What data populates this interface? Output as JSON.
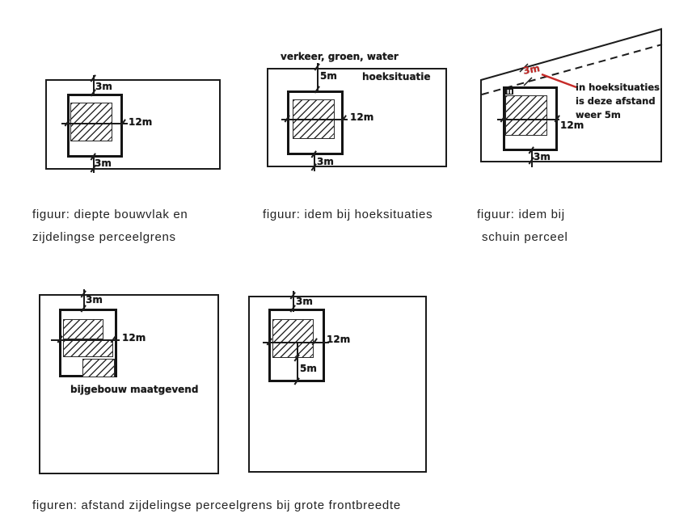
{
  "colors": {
    "ink": "#1c1c1c",
    "accent_red": "#c62a28",
    "background": "#ffffff"
  },
  "fig1": {
    "dim_top": "3m",
    "dim_depth": "12m",
    "dim_bottom": "3m",
    "caption_line1": "figuur: diepte bouwvlak en",
    "caption_line2": "zijdelingse perceelgrens"
  },
  "fig2": {
    "header": "verkeer, groen, water",
    "corner_label": "hoeksituatie",
    "dim_top": "5m",
    "dim_depth": "12m",
    "dim_bottom": "3m",
    "caption": "figuur: idem bij hoeksituaties"
  },
  "fig3": {
    "dim_red": "3m",
    "note_line1": "in hoeksituaties",
    "note_line2": "is deze afstand",
    "note_line3": "weer 5m",
    "dim_depth": "12m",
    "dim_bottom": "3m",
    "caption_line1": "figuur: idem bij",
    "caption_line2": "schuin perceel"
  },
  "fig4": {
    "dim_top": "3m",
    "dim_depth": "12m",
    "label": "bijgebouw maatgevend"
  },
  "fig5": {
    "dim_top": "3m",
    "dim_depth": "12m",
    "dim_inner": "5m"
  },
  "footer_caption": "figuren: afstand zijdelingse perceelgrens bij grote frontbreedte"
}
